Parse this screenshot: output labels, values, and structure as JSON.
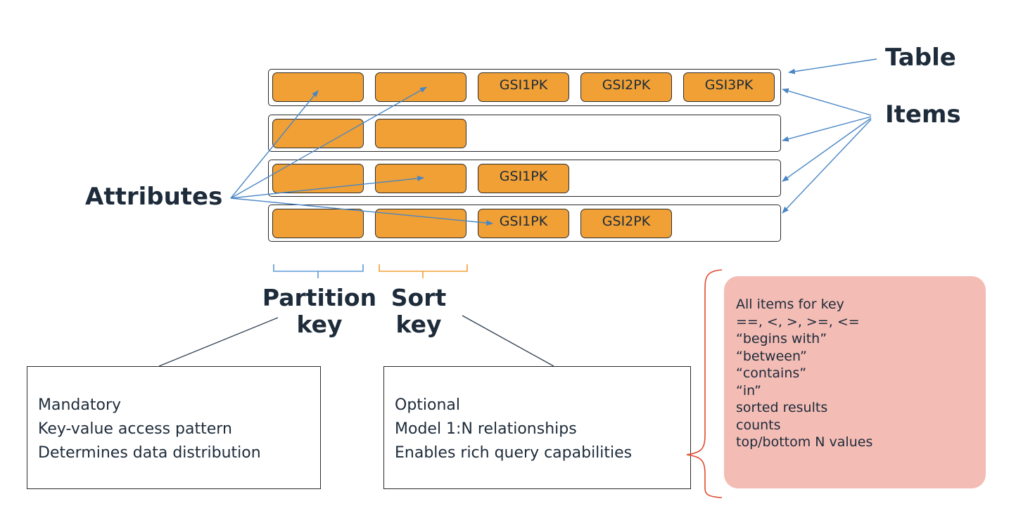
{
  "labels": {
    "table": "Table",
    "items": "Items",
    "attributes": "Attributes"
  },
  "rows": [
    {
      "attributes": [
        "",
        "",
        "GSI1PK",
        "GSI2PK",
        "GSI3PK"
      ]
    },
    {
      "attributes": [
        "",
        ""
      ]
    },
    {
      "attributes": [
        "",
        "",
        "GSI1PK"
      ]
    },
    {
      "attributes": [
        "",
        "",
        "GSI1PK",
        "GSI2PK"
      ]
    }
  ],
  "keys": {
    "partition": [
      "Partition",
      "key"
    ],
    "sort": [
      "Sort",
      "key"
    ]
  },
  "partition_box": {
    "lines": [
      "Mandatory",
      "Key-value access pattern",
      "Determines data distribution"
    ]
  },
  "sort_box": {
    "lines": [
      "Optional",
      "Model 1:N relationships",
      "Enables rich query capabilities"
    ]
  },
  "query_operations": [
    "All items for key",
    "==, <, >, >=, <=",
    "“begins with”",
    "“between”",
    "“contains”",
    "“in”",
    "sorted results",
    "counts",
    "top/bottom N values"
  ],
  "colors": {
    "attribute_fill": "#f0a035",
    "partition_bracket": "#5b9bd5",
    "sort_bracket": "#f0a035",
    "arrow": "#4a86c5",
    "curly_brace": "#e04a2f",
    "ops_fill": "#f3bcb5",
    "text": "#1d2b3a"
  }
}
